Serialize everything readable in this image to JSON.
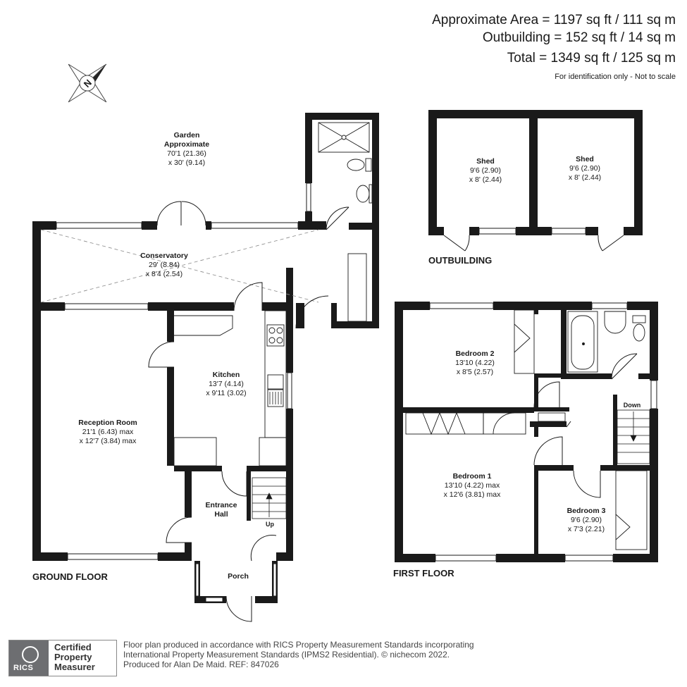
{
  "header": {
    "area_main": "Approximate Area = 1197 sq ft / 111 sq m",
    "area_outbuilding": "Outbuilding = 152 sq ft / 14 sq m",
    "area_total": "Total = 1349 sq ft / 125 sq m",
    "disclaimer": "For identification only - Not to scale"
  },
  "compass": {
    "letter": "N"
  },
  "garden": {
    "name": "Garden",
    "line2": "Approximate",
    "dim1": "70'1 (21.36)",
    "dim2": "x 30' (9.14)"
  },
  "ground_floor": {
    "title": "GROUND FLOOR",
    "conservatory": {
      "name": "Conservatory",
      "dim1": "29' (8.84)",
      "dim2": "x 8'4 (2.54)"
    },
    "kitchen": {
      "name": "Kitchen",
      "dim1": "13'7 (4.14)",
      "dim2": "x 9'11 (3.02)"
    },
    "reception": {
      "name": "Reception Room",
      "dim1": "21'1 (6.43) max",
      "dim2": "x 12'7 (3.84) max"
    },
    "hall": {
      "name": "Entrance",
      "line2": "Hall",
      "stairs": "Up"
    },
    "porch": {
      "name": "Porch"
    }
  },
  "outbuilding": {
    "title": "OUTBUILDING",
    "shed1": {
      "name": "Shed",
      "dim1": "9'6 (2.90)",
      "dim2": "x 8' (2.44)"
    },
    "shed2": {
      "name": "Shed",
      "dim1": "9'6 (2.90)",
      "dim2": "x 8' (2.44)"
    }
  },
  "first_floor": {
    "title": "FIRST FLOOR",
    "bedroom2": {
      "name": "Bedroom 2",
      "dim1": "13'10 (4.22)",
      "dim2": "x 8'5 (2.57)"
    },
    "bedroom1": {
      "name": "Bedroom 1",
      "dim1": "13'10 (4.22) max",
      "dim2": "x 12'6 (3.81) max"
    },
    "bedroom3": {
      "name": "Bedroom 3",
      "dim1": "9'6 (2.90)",
      "dim2": "x 7'3 (2.21)"
    },
    "stairs": "Down"
  },
  "footer": {
    "line1": "Floor plan produced in accordance with RICS Property Measurement Standards incorporating",
    "line2": "International Property Measurement Standards (IPMS2 Residential).  © nichecom 2022.",
    "line3": "Produced for Alan De Maid.   REF: 847026",
    "badge_word": "RICS",
    "badge_l1": "Certified",
    "badge_l2": "Property",
    "badge_l3": "Measurer"
  }
}
